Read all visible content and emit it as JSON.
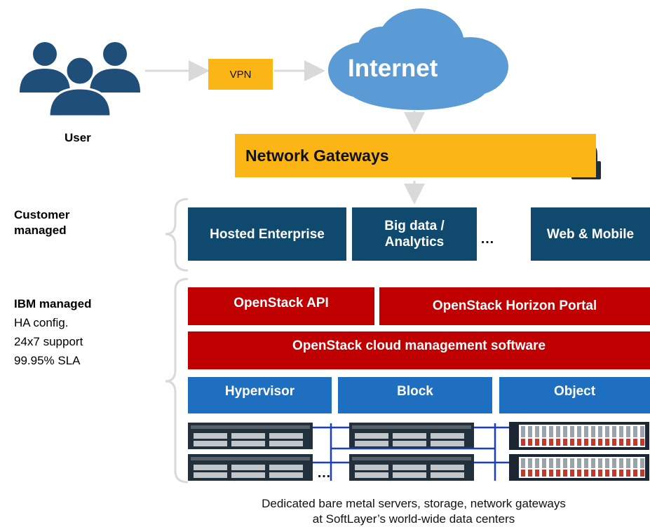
{
  "user": {
    "label": "User"
  },
  "vpn": {
    "label": "VPN"
  },
  "internet": {
    "label": "Internet"
  },
  "network_gateways": {
    "label": "Network Gateways"
  },
  "customer_managed": {
    "line1": "Customer",
    "line2": "managed"
  },
  "ibm_managed": {
    "title": "IBM managed",
    "details": [
      "HA config.",
      "24x7 support",
      "99.95% SLA"
    ]
  },
  "workloads": [
    {
      "label": "Hosted Enterprise"
    },
    {
      "line1": "Big data /",
      "line2": "Analytics"
    },
    {
      "label": "Web & Mobile"
    }
  ],
  "ellipsis": "…",
  "openstack": {
    "api": "OpenStack API",
    "horizon": "OpenStack Horizon Portal",
    "management": "OpenStack cloud management software"
  },
  "infrastructure": {
    "hypervisor": "Hypervisor",
    "block": "Block",
    "object": "Object"
  },
  "caption": {
    "line1": "Dedicated bare metal  servers, storage, network gateways",
    "line2": "at SoftLayer’s world-wide data centers"
  },
  "colors": {
    "navy": "#0f4a6e",
    "red": "#c00000",
    "blue": "#1f6fc0",
    "orange": "#fbb515",
    "cloud": "#5b9bd5",
    "user_icon": "#1f4e79"
  }
}
